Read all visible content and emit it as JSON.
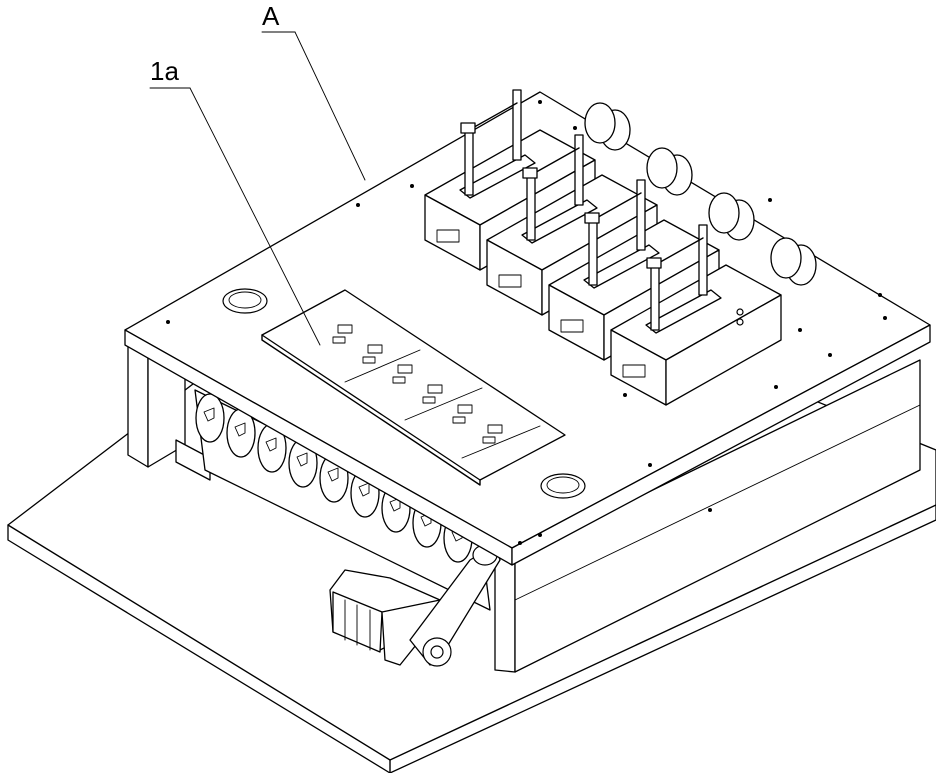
{
  "callouts": [
    {
      "id": "A",
      "label": "A"
    },
    {
      "id": "1a",
      "label": "1a"
    }
  ]
}
